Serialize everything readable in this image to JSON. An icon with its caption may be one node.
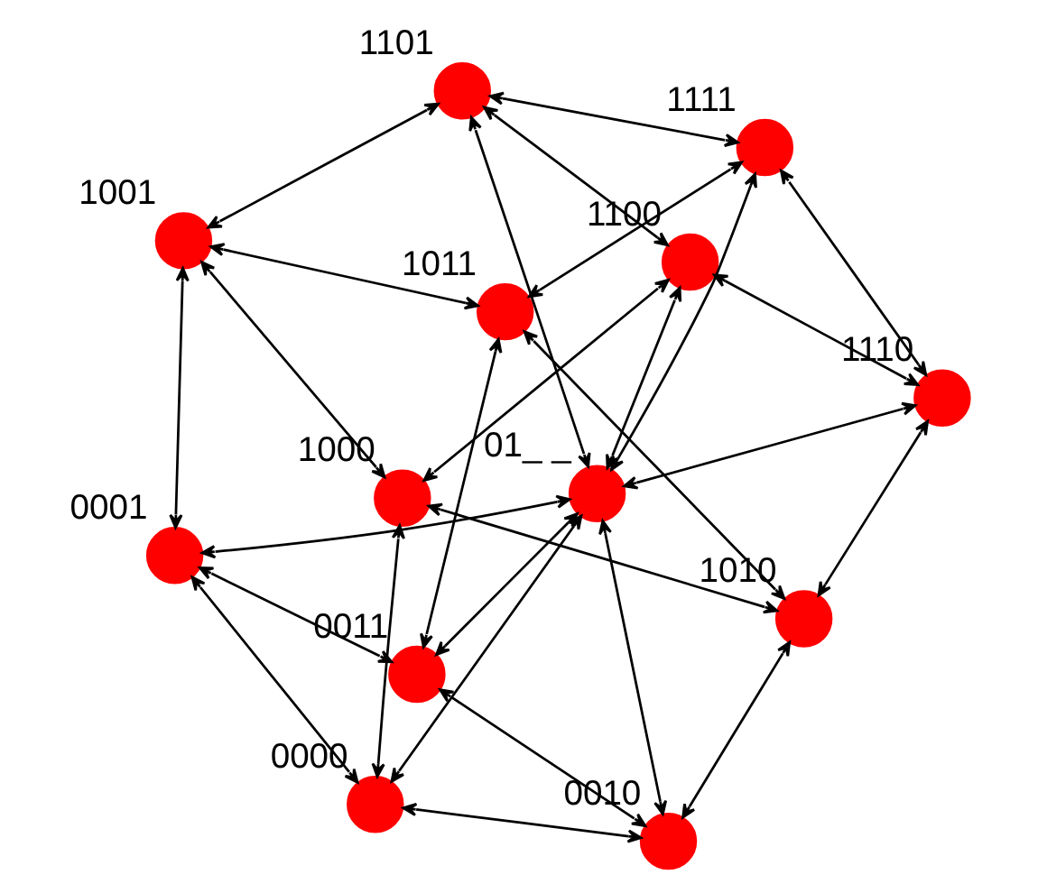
{
  "diagram": {
    "nodes": [
      {
        "text": [],
        "shape": "circle",
        "beside": [
          "0000"
        ]
      },
      {
        "text": [],
        "shape": "circle",
        "beside": [
          "0001"
        ]
      },
      {
        "text": [],
        "shape": "circle",
        "beside": [
          "1000"
        ]
      },
      {
        "text": [],
        "shape": "circle",
        "beside": [
          "1001"
        ]
      },
      {
        "text": [],
        "shape": "circle",
        "beside": [
          "0010"
        ]
      },
      {
        "text": [],
        "shape": "circle",
        "beside": [
          "0011"
        ]
      },
      {
        "text": [],
        "shape": "circle",
        "beside": [
          "1010"
        ]
      },
      {
        "text": [],
        "shape": "circle",
        "beside": [
          "1011"
        ]
      },
      {
        "text": [],
        "shape": "circle",
        "beside": [
          "1100"
        ]
      },
      {
        "text": [],
        "shape": "circle",
        "beside": [
          "1101"
        ]
      },
      {
        "text": [],
        "shape": "circle",
        "beside": [
          "01_ _"
        ]
      },
      {
        "text": [],
        "shape": "circle",
        "beside": [
          "1110"
        ]
      },
      {
        "text": [],
        "shape": "circle",
        "beside": [
          "1111"
        ]
      }
    ],
    "edges": [
      {
        "from": 0,
        "to": 1,
        "arrow": "both"
      },
      {
        "from": 0,
        "to": 4,
        "arrow": "both"
      },
      {
        "from": 1,
        "to": 5,
        "arrow": "both"
      },
      {
        "from": 4,
        "to": 5,
        "arrow": "both"
      },
      {
        "from": 0,
        "to": 2,
        "arrow": "both"
      },
      {
        "from": 1,
        "to": 3,
        "arrow": "both"
      },
      {
        "from": 4,
        "to": 6,
        "arrow": "both"
      },
      {
        "from": 5,
        "to": 7,
        "arrow": "both"
      },
      {
        "from": 2,
        "to": 3,
        "arrow": "both"
      },
      {
        "from": 2,
        "to": 6,
        "arrow": "both"
      },
      {
        "from": 3,
        "to": 7,
        "arrow": "both"
      },
      {
        "from": 6,
        "to": 7,
        "arrow": "both"
      },
      {
        "from": 2,
        "to": 8,
        "arrow": "both"
      },
      {
        "from": 3,
        "to": 9,
        "arrow": "both"
      },
      {
        "from": 6,
        "to": 11,
        "arrow": "both"
      },
      {
        "from": 7,
        "to": 12,
        "arrow": "both"
      },
      {
        "from": 8,
        "to": 9,
        "arrow": "both"
      },
      {
        "from": 8,
        "to": 11,
        "arrow": "both"
      },
      {
        "from": 9,
        "to": 12,
        "arrow": "both"
      },
      {
        "from": 11,
        "to": 12,
        "arrow": "both"
      },
      {
        "from": 10,
        "to": 0,
        "arrow": "both"
      },
      {
        "from": 10,
        "to": 1,
        "arrow": "both"
      },
      {
        "from": 10,
        "to": 4,
        "arrow": "both"
      },
      {
        "from": 10,
        "to": 5,
        "arrow": "both"
      },
      {
        "from": 10,
        "to": 8,
        "arrow": "both"
      },
      {
        "from": 10,
        "to": 9,
        "arrow": "both"
      },
      {
        "from": 10,
        "to": 11,
        "arrow": "both"
      },
      {
        "from": 10,
        "to": 12,
        "arrow": "both"
      }
    ]
  }
}
